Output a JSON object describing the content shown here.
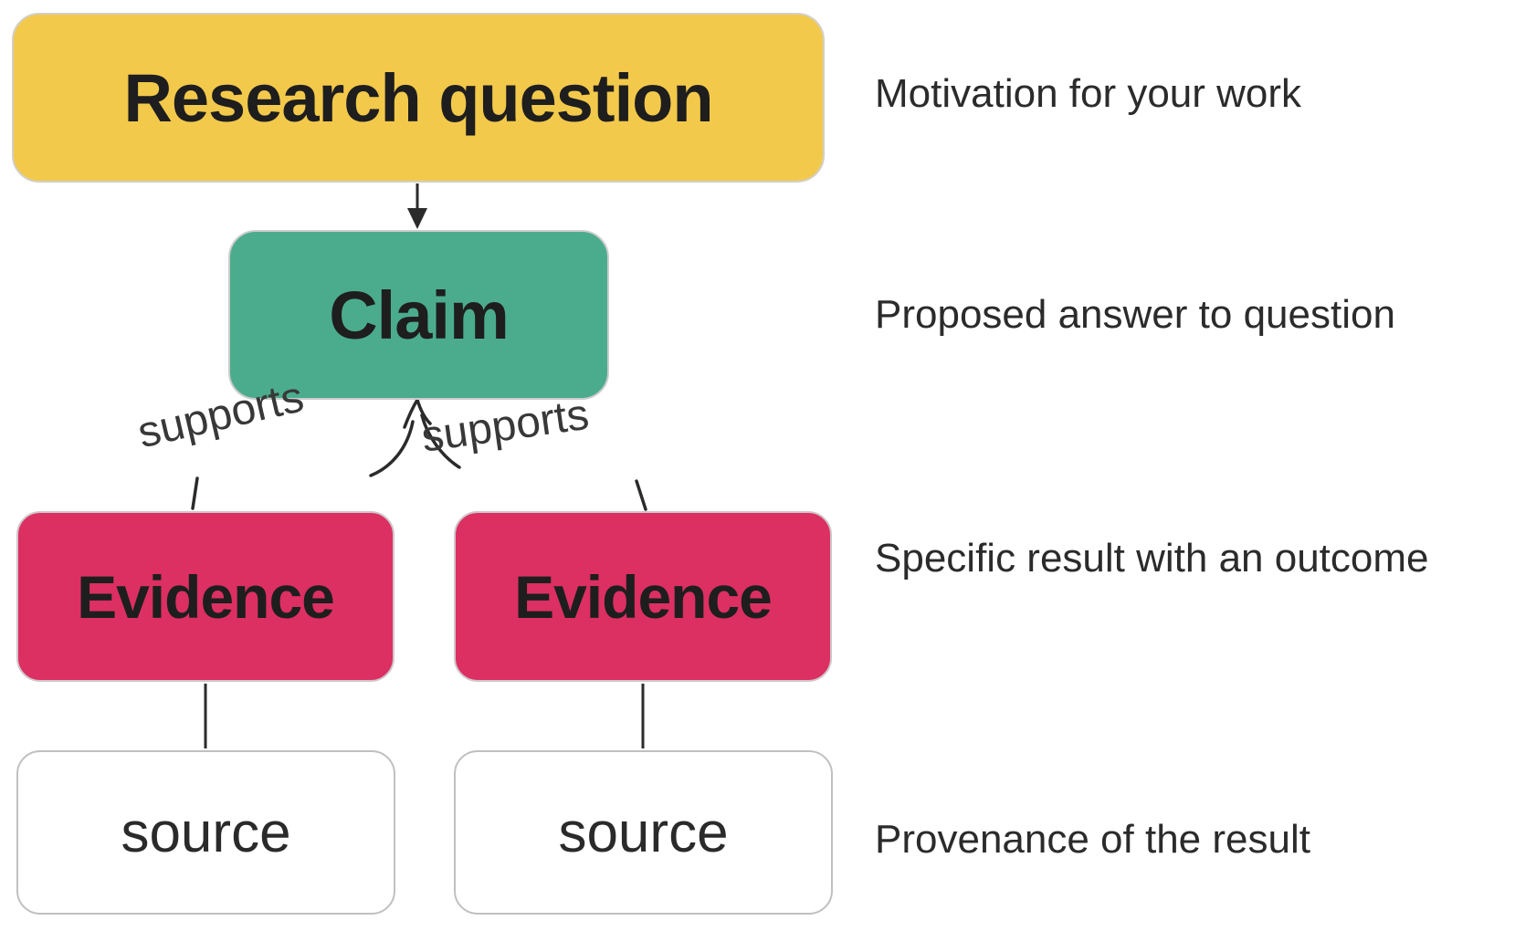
{
  "diagram": {
    "nodes": {
      "research_question": {
        "label": "Research question",
        "color": "#F3C94B"
      },
      "claim": {
        "label": "Claim",
        "color": "#4BAC8D"
      },
      "evidence_left": {
        "label": "Evidence",
        "color": "#DC2F62"
      },
      "evidence_right": {
        "label": "Evidence",
        "color": "#DC2F62"
      },
      "source_left": {
        "label": "source",
        "color": "#FFFFFF"
      },
      "source_right": {
        "label": "source",
        "color": "#FFFFFF"
      }
    },
    "edges": {
      "supports_left": {
        "label": "supports"
      },
      "supports_right": {
        "label": "supports"
      }
    },
    "annotations": [
      {
        "text": "Motivation for your work"
      },
      {
        "text": "Proposed answer to question"
      },
      {
        "text": "Specific result with an outcome"
      },
      {
        "text": "Provenance of the result"
      }
    ],
    "colors": {
      "background": "#FFFFFF",
      "node_text": "#1E1E1E",
      "annotation_text": "#2B2B2B",
      "edge_label_text": "#383838",
      "arrow": "#2B2B2B",
      "node_border": "#CCCCCC",
      "source_border": "#C0C0C0"
    }
  }
}
